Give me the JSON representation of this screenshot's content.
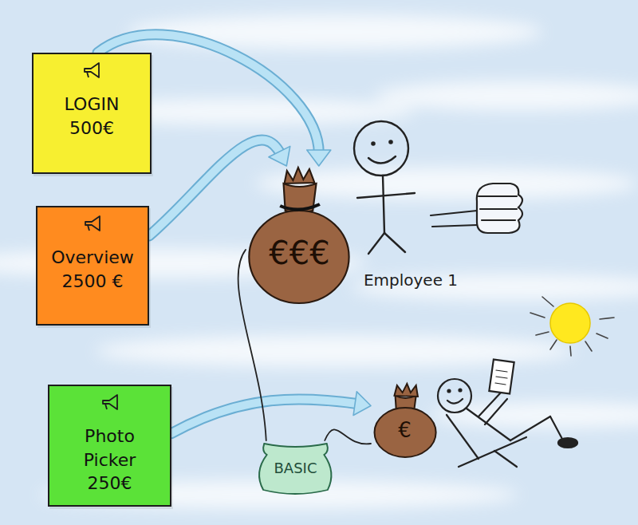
{
  "diagram": {
    "nodes": [
      {
        "text": [
          "LOGIN 500€"
        ]
      },
      {
        "text": [
          "Overview 2500 €"
        ]
      },
      {
        "text": [
          "Photo Picker 250€"
        ]
      },
      {
        "text": [
          "€€€"
        ]
      },
      {
        "text": [
          "BASIC"
        ]
      },
      {
        "text": [
          "€"
        ]
      }
    ],
    "edges": [
      {
        "from": 0,
        "to": 3,
        "arrow": "to"
      },
      {
        "from": 1,
        "to": 3,
        "arrow": "to"
      },
      {
        "from": 2,
        "to": 5,
        "arrow": "to"
      },
      {
        "from": 3,
        "to": 4,
        "arrow": "none"
      },
      {
        "from": 4,
        "to": 5,
        "arrow": "none"
      }
    ],
    "labels": [
      "Employee 1"
    ]
  }
}
